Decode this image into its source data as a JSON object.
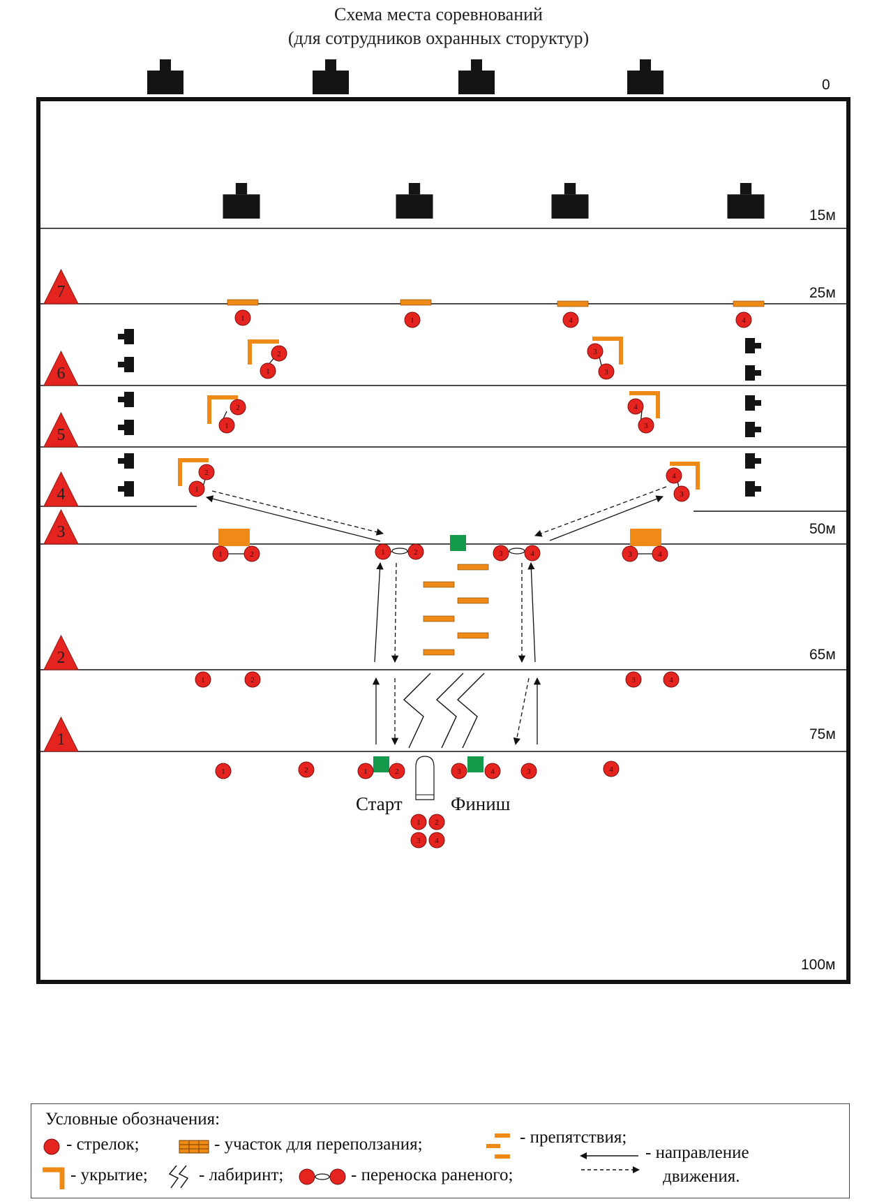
{
  "title": {
    "line1": "Схема места соревнований",
    "line2": "(для сотрудников охранных сторуктур)"
  },
  "distances": [
    "0",
    "15м",
    "25м",
    "50м",
    "65м",
    "75м",
    "100м"
  ],
  "stage_numbers": [
    "7",
    "6",
    "5",
    "4",
    "3",
    "2",
    "1"
  ],
  "start_label": "Старт",
  "finish_label": "Финиш",
  "shooter_numbers": [
    "1",
    "2",
    "3",
    "4"
  ],
  "legend": {
    "title": "Условные обозначения:",
    "shooter": "- стрелок;",
    "crawl": "- участок для переползания;",
    "obstacles": "- препятствия;",
    "cover": "- укрытие;",
    "maze": "- лабиринт;",
    "carry": "- переноска раненого;",
    "direction_1": "- направление",
    "direction_2": "движения."
  },
  "colors": {
    "shooter": "#e52420",
    "cover": "#ef8a17",
    "start_marker": "#149a4a",
    "target": "#141414",
    "stage_triangle": "#e52420"
  },
  "icons": [
    "target-icon",
    "stage-triangle-icon",
    "shooter-icon",
    "cover-icon",
    "obstacle-icon",
    "maze-icon",
    "crawl-area-icon",
    "start-marker-icon",
    "arrow-icon"
  ]
}
